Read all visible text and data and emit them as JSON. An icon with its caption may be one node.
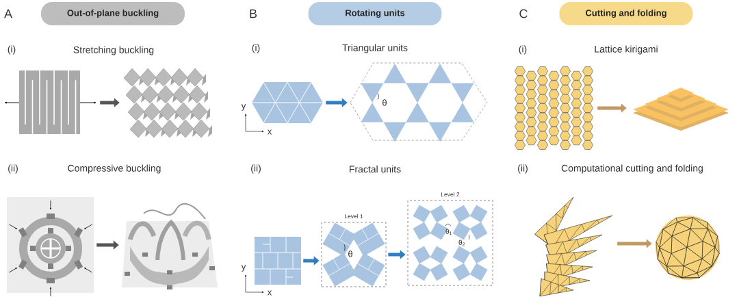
{
  "diagram": {
    "nodes": [
      {
        "text": [
          "Out-of-plane buckling"
        ]
      },
      {
        "text": [
          "Rotating units"
        ]
      },
      {
        "text": [
          "Cutting and folding"
        ]
      },
      {
        "text": [],
        "shape": "picture"
      },
      {
        "text": [],
        "shape": "picture"
      },
      {
        "text": [],
        "shape": "picture"
      },
      {
        "text": [],
        "shape": "picture"
      },
      {
        "text": [],
        "shape": "picture"
      },
      {
        "text": [],
        "shape": "picture"
      },
      {
        "text": [],
        "shape": "box"
      },
      {
        "text": [
          "Level 1"
        ]
      },
      {
        "text": [
          "Level 2"
        ]
      },
      {
        "text": [],
        "shape": "picture"
      },
      {
        "text": [],
        "shape": "picture"
      },
      {
        "text": [],
        "shape": "picture"
      },
      {
        "text": [],
        "shape": "picture"
      }
    ],
    "edges": [
      {
        "from": 3,
        "to": 4,
        "arrow": "to",
        "color": "#555555"
      },
      {
        "from": 5,
        "to": 6,
        "arrow": "to",
        "color": "#555555"
      },
      {
        "from": 7,
        "to": 8,
        "arrow": "to",
        "color": "#2f7ec4"
      },
      {
        "from": 9,
        "to": 10,
        "arrow": "to",
        "color": "#2f7ec4"
      },
      {
        "from": 10,
        "to": 11,
        "arrow": "to",
        "color": "#2f7ec4"
      },
      {
        "from": 12,
        "to": 13,
        "arrow": "to",
        "color": "#c09a62"
      },
      {
        "from": 14,
        "to": 15,
        "arrow": "to",
        "color": "#c09a62"
      }
    ],
    "labels": [
      "A",
      "B",
      "C",
      "(i)",
      "Stretching buckling",
      "(i)",
      "Triangular units",
      "(i)",
      "Lattice kirigami",
      "y",
      "θ",
      "x",
      "(ii)",
      "Compressive buckling",
      "(ii)",
      "Fractal units",
      "(ii)",
      "Computational cutting and folding",
      "θ$_{1}$",
      "θ$_{2}$",
      "y",
      "θ",
      "x"
    ]
  }
}
